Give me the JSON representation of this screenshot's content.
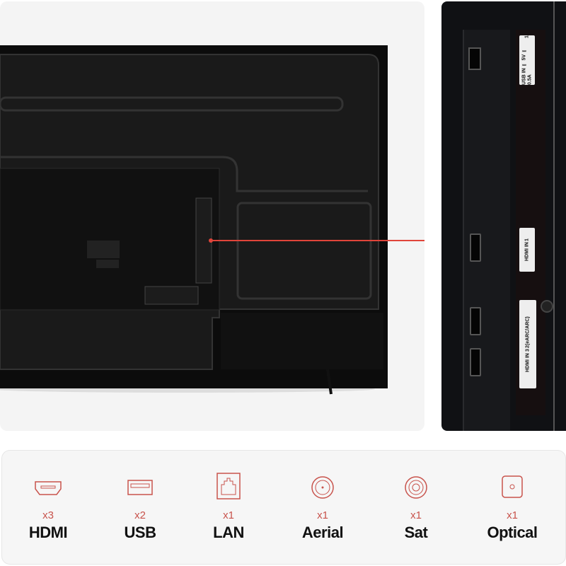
{
  "accent_color": "#c8534c",
  "tv_labels": {
    "usb": {
      "title": "USB IN ⎓ 5V ⎓ 0.5A",
      "number": "1"
    },
    "hdmi1": {
      "title": "HDMI IN",
      "number": "1"
    },
    "hdmi23": {
      "title": "HDMI IN",
      "number_top": "2(eARC/ARC)",
      "number_bottom": "3"
    }
  },
  "ports": [
    {
      "icon": "hdmi-icon",
      "count": "x3",
      "name": "HDMI"
    },
    {
      "icon": "usb-icon",
      "count": "x2",
      "name": "USB"
    },
    {
      "icon": "lan-icon",
      "count": "x1",
      "name": "LAN"
    },
    {
      "icon": "aerial-icon",
      "count": "x1",
      "name": "Aerial"
    },
    {
      "icon": "sat-icon",
      "count": "x1",
      "name": "Sat"
    },
    {
      "icon": "optical-icon",
      "count": "x1",
      "name": "Optical"
    }
  ]
}
